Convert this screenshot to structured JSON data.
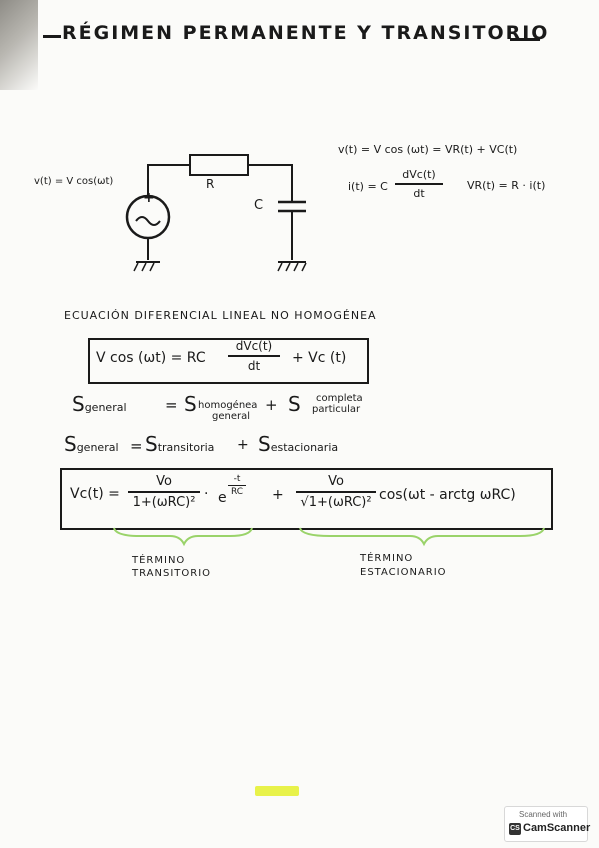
{
  "title": "RÉGIMEN PERMANENTE Y TRANSITORIO",
  "circuit": {
    "source_label": "v(t) = V cos(ωt)",
    "source_plus": "+",
    "resistor_label": "R",
    "capacitor_label": "C"
  },
  "equations_right": {
    "kvl": "v(t) = V cos (ωt) = VR(t) + VC(t)",
    "current_lhs": "i(t) = C",
    "current_num": "dVc(t)",
    "current_den": "dt",
    "resistor_v": "VR(t) = R · i(t)"
  },
  "section_heading": "ECUACIÓN DIFERENCIAL LINEAL NO HOMOGÉNEA",
  "diff_eq": {
    "lhs": "V cos (ωt) = RC",
    "num": "dVc(t)",
    "den": "dt",
    "rhs": "+ Vc (t)"
  },
  "solution_1": {
    "lhs": "S",
    "lhs_sub": "general",
    "eq": "=",
    "term1": "S",
    "term1_sub_top": "homogénea",
    "term1_sub_bottom": "general",
    "plus": "+",
    "term2": "S",
    "term2_sub_top": "completa",
    "term2_sub_bottom": "particular"
  },
  "solution_2": {
    "lhs": "S",
    "lhs_sub": "general",
    "eq": "=",
    "term1": "S",
    "term1_sub": "transitoria",
    "plus": "+",
    "term2": "S",
    "term2_sub": "estacionaria"
  },
  "final_eq": {
    "lhs": "Vc(t) =",
    "f1_num": "Vo",
    "f1_den": "1+(ωRC)²",
    "dot": "·",
    "exp_base": "e",
    "exp_num": "-t",
    "exp_den": "RC",
    "plus": "+",
    "f2_num": "Vo",
    "f2_den": "√1+(ωRC)²",
    "cos_term": "cos(ωt - arctg ωRC)"
  },
  "labels": {
    "transient_1": "TÉRMINO",
    "transient_2": "TRANSITORIO",
    "steady_1": "TÉRMINO",
    "steady_2": "ESTACIONARIO"
  },
  "watermark": {
    "line1": "Scanned with",
    "line2": "CamScanner"
  },
  "colors": {
    "ink": "#1a1a1a",
    "brace_green": "#9ad36a",
    "highlight": "#e8f24a"
  }
}
